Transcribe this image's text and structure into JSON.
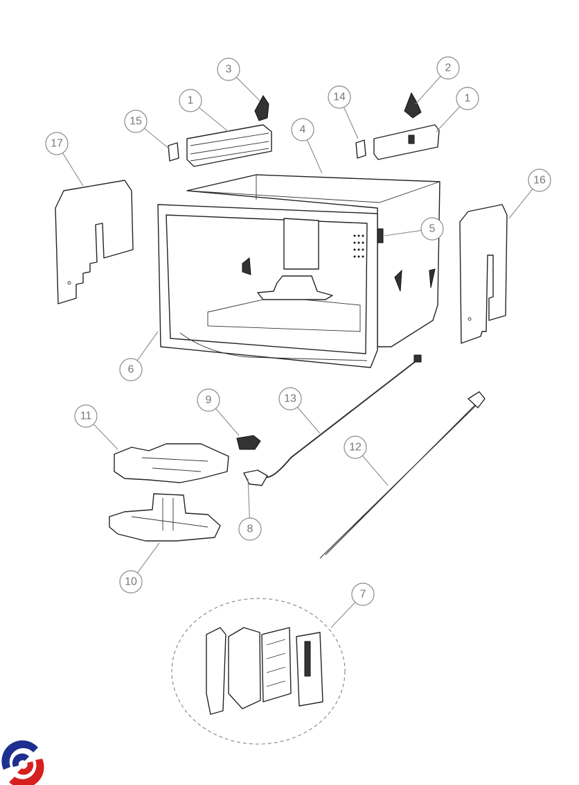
{
  "diagram": {
    "type": "exploded-parts-diagram",
    "callouts": [
      "3",
      "1",
      "14",
      "2",
      "1",
      "15",
      "4",
      "17",
      "16",
      "5",
      "6",
      "9",
      "11",
      "13",
      "12",
      "8",
      "10",
      "7"
    ]
  },
  "logo": {
    "colors": [
      "#1e2f8f",
      "#d62020"
    ]
  }
}
